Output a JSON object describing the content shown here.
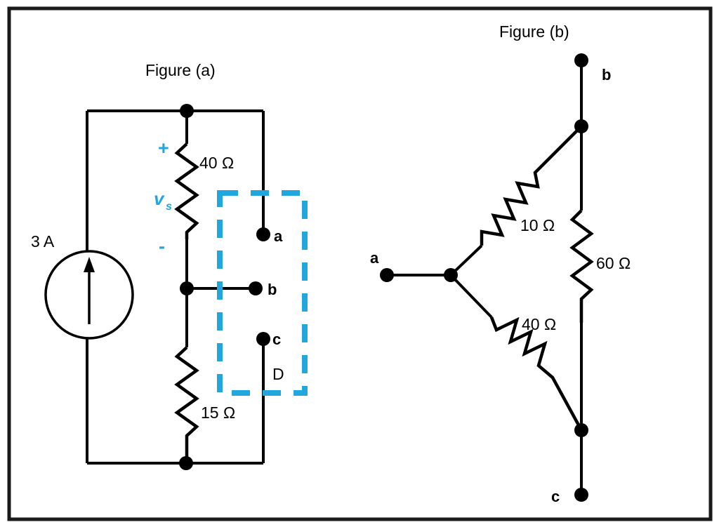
{
  "page": {
    "title": "Resistive circuit figures",
    "background_color": "#ffffff",
    "frame_color": "#1a1a1a",
    "wire_color": "#000000",
    "accent_color": "#21a7dd"
  },
  "figure_a": {
    "caption": "Figure (a)",
    "source": {
      "label": "3 A",
      "type": "current-source",
      "direction": "up"
    },
    "resistors": [
      {
        "id": "r40",
        "label": "40 Ω",
        "value": 40,
        "unit": "Ω",
        "orientation": "vertical"
      },
      {
        "id": "r15",
        "label": "15 Ω",
        "value": 15,
        "unit": "Ω",
        "orientation": "vertical"
      }
    ],
    "voltage_label": {
      "symbol": "v",
      "subscript": "s",
      "plus": "+",
      "minus": "-"
    },
    "terminals": [
      {
        "id": "a",
        "label": "a"
      },
      {
        "id": "b",
        "label": "b"
      },
      {
        "id": "c",
        "label": "c"
      }
    ],
    "dashed_region": {
      "label": "D",
      "color": "#21a7dd"
    }
  },
  "figure_b": {
    "caption": "Figure (b)",
    "resistors": [
      {
        "id": "r10",
        "label": "10 Ω",
        "value": 10,
        "unit": "Ω",
        "orientation": "diagonal"
      },
      {
        "id": "r40b",
        "label": "40 Ω",
        "value": 40,
        "unit": "Ω",
        "orientation": "diagonal"
      },
      {
        "id": "r60",
        "label": "60 Ω",
        "value": 60,
        "unit": "Ω",
        "orientation": "vertical"
      }
    ],
    "terminals": [
      {
        "id": "a",
        "label": "a"
      },
      {
        "id": "b",
        "label": "b"
      },
      {
        "id": "c",
        "label": "c"
      }
    ]
  }
}
